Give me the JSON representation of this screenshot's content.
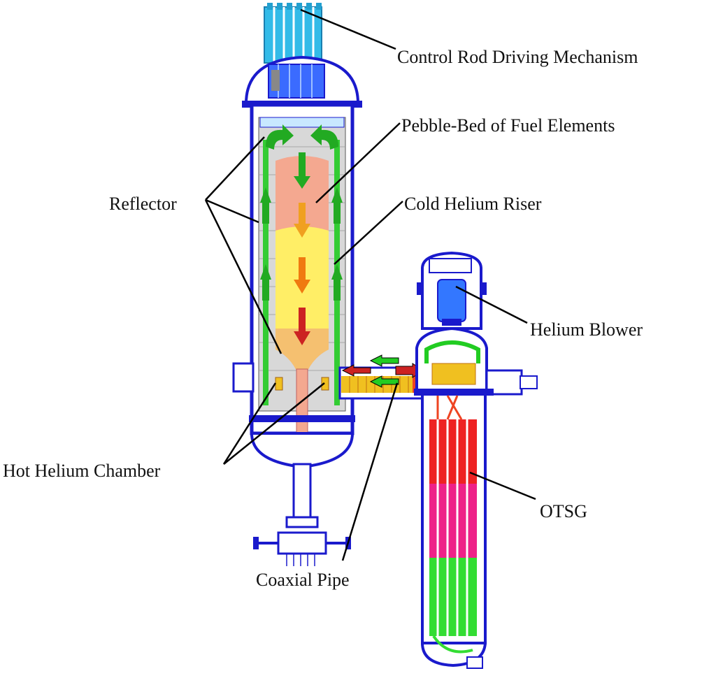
{
  "labels": {
    "crdm": "Control Rod Driving Mechanism",
    "pebble_bed": "Pebble-Bed of Fuel Elements",
    "reflector": "Reflector",
    "cold_riser": "Cold Helium Riser",
    "helium_blower": "Helium Blower",
    "hot_chamber": "Hot Helium Chamber",
    "otsg": "OTSG",
    "coaxial_pipe": "Coaxial Pipe"
  },
  "colors": {
    "vessel": "#1a1acc",
    "vessel_light": "#3b6bff",
    "crdm": "#33bbe8",
    "cold_flow": "#22aa22",
    "core_top": "#f08a7a",
    "core_mid": "#ffee66",
    "core_bottom": "#f2a070",
    "hot_flow": "#cc2222",
    "pipe_hot": "#f0c020",
    "otsg_red": "#ee2222",
    "otsg_pink": "#ee2288",
    "otsg_green": "#33dd33",
    "blower": "#3377ff",
    "leader": "#000000"
  }
}
